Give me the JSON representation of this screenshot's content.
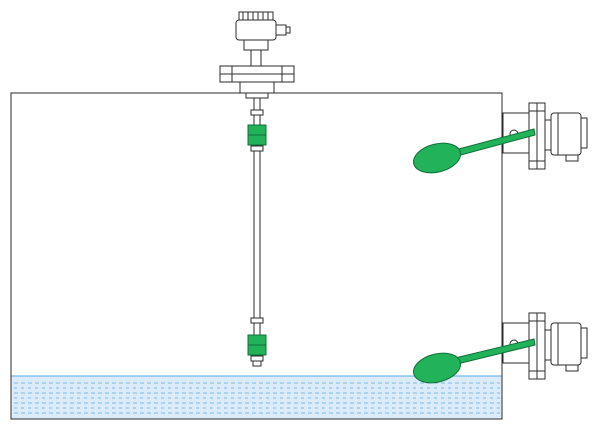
{
  "diagram": {
    "colors": {
      "float_green": "#21b25a",
      "float_outline": "#12703a",
      "liquid_fill": "#dcebf9",
      "liquid_waves": "#5aa8e6",
      "outline": "#2b2b2b"
    },
    "components": [
      "tank",
      "liquid",
      "top-mounted-multipoint-float-switch",
      "side-mounted-float-switch-upper",
      "side-mounted-float-switch-lower"
    ]
  }
}
